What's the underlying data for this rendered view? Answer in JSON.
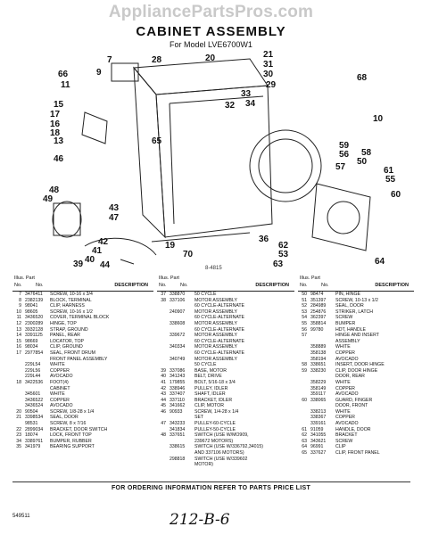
{
  "watermark": "AppliancePartsPros.com",
  "title": "CABINET ASSEMBLY",
  "model": "For Model LVE6700W1",
  "diagram": {
    "callouts": [
      "7",
      "9",
      "66",
      "11",
      "15",
      "17",
      "16",
      "18",
      "13",
      "28",
      "20",
      "21",
      "31",
      "30",
      "29",
      "33",
      "32",
      "34",
      "68",
      "10",
      "65",
      "59",
      "56",
      "58",
      "57",
      "50",
      "61",
      "55",
      "60",
      "62",
      "53",
      "64",
      "46",
      "49",
      "48",
      "43",
      "47",
      "42",
      "41",
      "40",
      "39",
      "44",
      "19",
      "70",
      "36",
      "63"
    ],
    "code": "8-4815"
  },
  "table": {
    "header_top": "Illus. Part",
    "header_no": "No.",
    "header_partno": "No.",
    "header_desc": "DESCRIPTION",
    "col1": [
      [
        "7",
        "3476411",
        "SCREW, 10-16 x 3/4"
      ],
      [
        "8",
        "2382139",
        "BLOCK, TERMINAL"
      ],
      [
        "9",
        "98041",
        "CLIP, HARNESS"
      ],
      [
        "10",
        "98605",
        "SCREW, 10-16 x 1/2"
      ],
      [
        "11",
        "3436520",
        "COVER, TERMINAL BLOCK"
      ],
      [
        "12",
        "2300289",
        "HINGE, TOP"
      ],
      [
        "13",
        "3932128",
        "STRAP, GROUND"
      ],
      [
        "14",
        "3391125",
        "PANEL, REAR"
      ],
      [
        "15",
        "98669",
        "LOCATOR, TOP"
      ],
      [
        "16",
        "98034",
        "CLIP, GROUND"
      ],
      [
        "17",
        "2977854",
        "SEAL, FRONT DRUM"
      ],
      [
        "",
        "",
        "FRONT PANEL ASSEMBLY"
      ],
      [
        "",
        "229L54",
        "WHITE"
      ],
      [
        "",
        "229L56",
        "COPPER"
      ],
      [
        "",
        "229L44",
        "AVOCADO"
      ],
      [
        "18",
        "3422536",
        "FOOT(4)"
      ],
      [
        "",
        "",
        "CABINET"
      ],
      [
        "",
        "345601",
        "WHITE"
      ],
      [
        "",
        "3436522",
        "COPPER"
      ],
      [
        "",
        "3436524",
        "AVOCADO"
      ],
      [
        "20",
        "90504",
        "SCREW, 1/8-28 x 1/4"
      ],
      [
        "21",
        "3398534",
        "SEAL, DOOR"
      ],
      [
        "",
        "98531",
        "SCREW, 8 x 7/16"
      ],
      [
        "22",
        "2899034",
        "BRACKET, DOOR SWITCH"
      ],
      [
        "23",
        "18074",
        "LOCK, FRONT TOP"
      ],
      [
        "34",
        "3389761",
        "BUMPER, RUBBER"
      ],
      [
        "35",
        "341979",
        "BEARING SUPPORT"
      ]
    ],
    "col2": [
      [
        "37",
        "338870",
        "50 CYCLE"
      ],
      [
        "38",
        "337106",
        "MOTOR ASSEMBLY"
      ],
      [
        "",
        "",
        "60 CYCLE-ALTERNATE"
      ],
      [
        "",
        "240907",
        "MOTOR ASSEMBLY"
      ],
      [
        "",
        "",
        "60 CYCLE-ALTERNATE"
      ],
      [
        "",
        "338608",
        "MOTOR ASSEMBLY"
      ],
      [
        "",
        "",
        "60 CYCLE-ALTERNATE"
      ],
      [
        "",
        "339672",
        "MOTOR ASSEMBLY"
      ],
      [
        "",
        "",
        "60 CYCLE-ALTERNATE"
      ],
      [
        "",
        "340334",
        "MOTOR ASSEMBLY"
      ],
      [
        "",
        "",
        "60 CYCLE-ALTERNATE"
      ],
      [
        "",
        "340749",
        "MOTOR ASSEMBLY"
      ],
      [
        "",
        "",
        "50 CYCLE"
      ],
      [
        "39",
        "337086",
        "BASE, MOTOR"
      ],
      [
        "40",
        "341243",
        "BELT, DRIVE"
      ],
      [
        "41",
        "179855",
        "BOLT, 5/16-18 x 3/4"
      ],
      [
        "42",
        "338946",
        "PULLEY, IDLER"
      ],
      [
        "43",
        "337407",
        "SHAFT, IDLER"
      ],
      [
        "44",
        "337110",
        "BRACKET, IDLER"
      ],
      [
        "45",
        "341662",
        "CLIP, MOTOR"
      ],
      [
        "46",
        "90933",
        "SCREW, 1/4-28 x 1/4"
      ],
      [
        "",
        "",
        "SET"
      ],
      [
        "47",
        "343233",
        "PULLEY-60-CYCLE"
      ],
      [
        "",
        "341834",
        "PULLEY-50-CYCLE"
      ],
      [
        "48",
        "337651",
        "SWITCH (USE W/MO909,"
      ],
      [
        "",
        "",
        "239672 MOTORS)"
      ],
      [
        "",
        "338615",
        "SWITCH (USE W/336792,34015)"
      ],
      [
        "",
        "",
        "AND 337106 MOTORS)"
      ],
      [
        "",
        "298818",
        "SWITCH (USE W/339602"
      ],
      [
        "",
        "",
        "MOTOR)"
      ]
    ],
    "col3": [
      [
        "50",
        "98474",
        "PIN, HINGE"
      ],
      [
        "51",
        "351397",
        "SCREW, 10-13 x 1/2"
      ],
      [
        "52",
        "284989",
        "SEAL, DOOR"
      ],
      [
        "53",
        "254876",
        "STRIKER, LATCH"
      ],
      [
        "54",
        "362397",
        "SCREW"
      ],
      [
        "55",
        "358814",
        "BUMPER"
      ],
      [
        "56",
        "99780",
        "HDT, HANDLE"
      ],
      [
        "57",
        "",
        "HINGE AND INSERT"
      ],
      [
        "",
        "",
        "ASSEMBLY"
      ],
      [
        "",
        "358889",
        "WHITE"
      ],
      [
        "",
        "358138",
        "COPPER"
      ],
      [
        "",
        "358194",
        "AVOCADO"
      ],
      [
        "58",
        "338651",
        "INSERT, DOOR HINGE"
      ],
      [
        "59",
        "338230",
        "CLIP, DOOR HINGE"
      ],
      [
        "",
        "",
        "DOOR, REAR"
      ],
      [
        "",
        "358229",
        "WHITE"
      ],
      [
        "",
        "358149",
        "COPPER"
      ],
      [
        "",
        "359117",
        "AVOCADO"
      ],
      [
        "60",
        "338065",
        "GUARD, FINGER"
      ],
      [
        "",
        "",
        "DOOR, FRONT"
      ],
      [
        "",
        "338213",
        "WHITE"
      ],
      [
        "",
        "338367",
        "COPPER"
      ],
      [
        "",
        "339161",
        "AVOCADO"
      ],
      [
        "61",
        "91059",
        "HANDLE, DOOR"
      ],
      [
        "62",
        "341055",
        "BRACKET"
      ],
      [
        "63",
        "343621",
        "SCREW"
      ],
      [
        "64",
        "96991",
        "CLIP"
      ],
      [
        "65",
        "337627",
        "CLIP, FRONT PANEL"
      ]
    ]
  },
  "footer": "FOR ORDERING INFORMATION REFER TO PARTS PRICE LIST",
  "page_code": "549511",
  "handwritten": "212-B-6"
}
